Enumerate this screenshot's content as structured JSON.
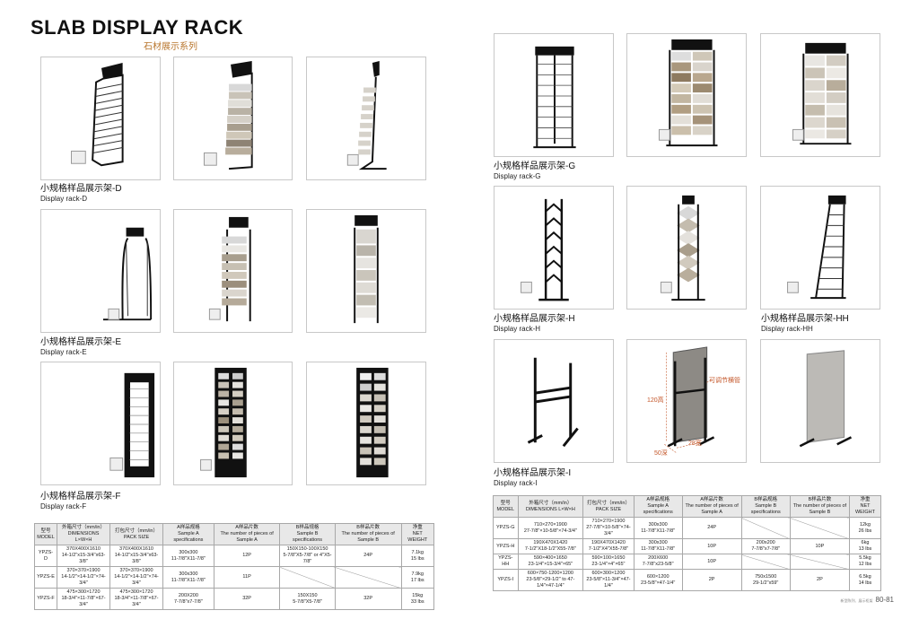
{
  "title": "SLAB DISPLAY RACK",
  "subtitle": "石材展示系列",
  "captions": {
    "d": {
      "cn": "小规格样品展示架-D",
      "en": "Display rack-D"
    },
    "e": {
      "cn": "小规格样品展示架-E",
      "en": "Display rack-E"
    },
    "f": {
      "cn": "小规格样品展示架-F",
      "en": "Display rack-F"
    },
    "g": {
      "cn": "小规格样品展示架-G",
      "en": "Display rack-G"
    },
    "h": {
      "cn": "小规格样品展示架-H",
      "en": "Display rack-H"
    },
    "hh": {
      "cn": "小规格样品展示架-HH",
      "en": "Display rack-HH"
    },
    "i": {
      "cn": "小规格样品展示架-I",
      "en": "Display rack-I"
    }
  },
  "photo_labels": {
    "adjust": "可调节横管",
    "height": "120高",
    "width": "28宽",
    "depth": "50深"
  },
  "table_headers": {
    "model": [
      "型号",
      "MODEL"
    ],
    "dim": [
      "外箱尺寸（mm/in）",
      "DIMENSIONS L×W×H"
    ],
    "pack": [
      "打包尺寸（mm/in）",
      "PACK SIZE"
    ],
    "a_spec": [
      "A样品规格",
      "Sample A specifications"
    ],
    "a_count": [
      "A样品片数",
      "The number of pieces of Sample A"
    ],
    "b_spec": [
      "B样品规格",
      "Sample B specifications"
    ],
    "b_count": [
      "B样品片数",
      "The number of pieces of Sample B"
    ],
    "weight": [
      "净重",
      "NET WEIGHT"
    ]
  },
  "table_left": [
    {
      "model": "YPZS-D",
      "dim1": "370X400X1610",
      "dim2": "14-1/2\"x15-3/4\"x63-3/8\"",
      "pack1": "370X400X1610",
      "pack2": "14-1/2\"x15-3/4\"x63-3/8\"",
      "a1": "300x300",
      "a2": "11-7/8\"X11-7/8\"",
      "acount": "12P",
      "b1": "150X150-100X150",
      "b2": "5-7/8\"X5-7/8\" or 4\"X5-7/8\"",
      "bcount": "24P",
      "w1": "7.1kg",
      "w2": "15 lbs"
    },
    {
      "model": "YPZS-E",
      "dim1": "370×370×1900",
      "dim2": "14-1/2\"×14-1/2\"×74-3/4\"",
      "pack1": "370×370×1900",
      "pack2": "14-1/2\"×14-1/2\"×74-3/4\"",
      "a1": "300x300",
      "a2": "11-7/8\"X11-7/8\"",
      "acount": "11P",
      "b1": "",
      "b2": "",
      "bcount": "",
      "w1": "7.9kg",
      "w2": "17 lbs"
    },
    {
      "model": "YPZS-F",
      "dim1": "475×300×1720",
      "dim2": "18-3/4\"×11-7/8\"×67-3/4\"",
      "pack1": "475×300×1720",
      "pack2": "18-3/4\"×11-7/8\"×67-3/4\"",
      "a1": "200X200",
      "a2": "7-7/8\"x7-7/8\"",
      "acount": "32P",
      "b1": "150X150",
      "b2": "5-7/8\"X5-7/8\"",
      "bcount": "32P",
      "w1": "15kg",
      "w2": "33 lbs"
    }
  ],
  "table_right": [
    {
      "model": "YPZS-G",
      "dim1": "710×270×1900",
      "dim2": "27-7/8\"×10-5/8\"×74-3/4\"",
      "pack1": "710×270×1900",
      "pack2": "27-7/8\"×10-5/8\"×74-3/4\"",
      "a1": "300x300",
      "a2": "11-7/8\"X11-7/8\"",
      "acount": "24P",
      "b1": "",
      "b2": "",
      "bcount": "",
      "w1": "12kg",
      "w2": "26 lbs"
    },
    {
      "model": "YPZS-H",
      "dim1": "190X470X1420",
      "dim2": "7-1/2\"X18-1/2\"X55-7/8\"",
      "pack1": "190X470X1420",
      "pack2": "7-1/2\"X4\"X55-7/8\"",
      "a1": "300x300",
      "a2": "11-7/8\"X11-7/8\"",
      "acount": "10P",
      "b1": "200x200",
      "b2": "7-7/8\"x7-7/8\"",
      "bcount": "10P",
      "w1": "6kg",
      "w2": "13 lbs"
    },
    {
      "model": "YPZS-HH",
      "dim1": "590×400×1650",
      "dim2": "23-1/4\"×15-3/4\"×65\"",
      "pack1": "590×100×1650",
      "pack2": "23-1/4\"×4\"×65\"",
      "a1": "200X600",
      "a2": "7-7/8\"x23-5/8\"",
      "acount": "10P",
      "b1": "",
      "b2": "",
      "bcount": "",
      "w1": "5.5kg",
      "w2": "12 lbs"
    },
    {
      "model": "YPZS-I",
      "dim1": "600×750-1200×1200",
      "dim2": "23-5/8\"×29-1/2\" to 47-1/4\"×47-1/4\"",
      "pack1": "600×300×1200",
      "pack2": "23-5/8\"×11-3/4\"×47-1/4\"",
      "a1": "600×1200",
      "a2": "23-5/8\"×47-1/4\"",
      "acount": "2P",
      "b1": "750x1500",
      "b2": "29-1/2\"x59\"",
      "bcount": "2P",
      "w1": "6.5kg",
      "w2": "14 lbs"
    }
  ],
  "page": {
    "number": "80-81",
    "footer_note": "新型陈列、展示柜架"
  },
  "colors": {
    "rack": "#111111",
    "accent": "#b8752c",
    "label": "#c4572a"
  }
}
